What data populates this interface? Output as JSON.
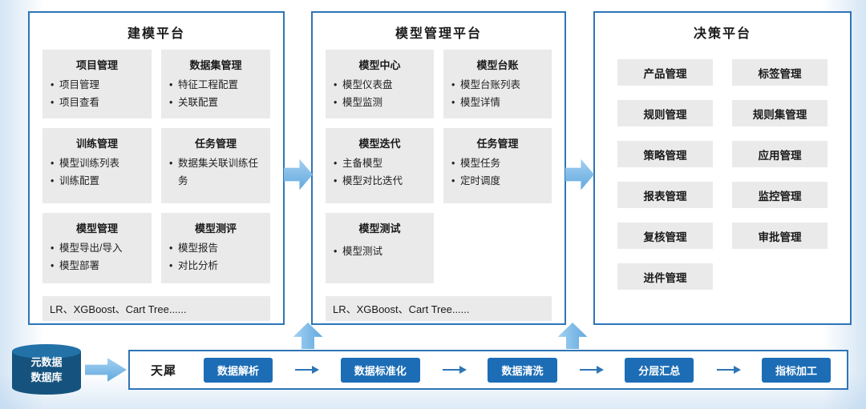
{
  "panels": [
    {
      "title": "建模平台",
      "cards": [
        {
          "title": "项目管理",
          "items": [
            "项目管理",
            "项目查看"
          ]
        },
        {
          "title": "数据集管理",
          "items": [
            "特征工程配置",
            "关联配置"
          ]
        },
        {
          "title": "训练管理",
          "items": [
            "模型训练列表",
            "训练配置"
          ]
        },
        {
          "title": "任务管理",
          "items": [
            "数据集关联训练任务"
          ]
        },
        {
          "title": "模型管理",
          "items": [
            "模型导出/导入",
            "模型部署"
          ]
        },
        {
          "title": "模型测评",
          "items": [
            "模型报告",
            "对比分析"
          ]
        }
      ],
      "footer": "LR、XGBoost、Cart Tree......"
    },
    {
      "title": "模型管理平台",
      "cards": [
        {
          "title": "模型中心",
          "items": [
            "模型仪表盘",
            "模型监测"
          ]
        },
        {
          "title": "模型台账",
          "items": [
            "模型台账列表",
            "模型详情"
          ]
        },
        {
          "title": "模型迭代",
          "items": [
            "主备模型",
            "模型对比迭代"
          ]
        },
        {
          "title": "任务管理",
          "items": [
            "模型任务",
            "定时调度"
          ]
        },
        {
          "title": "模型测试",
          "items": [
            "模型测试"
          ]
        }
      ],
      "footer": "LR、XGBoost、Cart Tree......"
    },
    {
      "title": "决策平台",
      "tiles": [
        "产品管理",
        "标签管理",
        "规则管理",
        "规则集管理",
        "策略管理",
        "应用管理",
        "报表管理",
        "监控管理",
        "复核管理",
        "审批管理",
        "进件管理"
      ]
    }
  ],
  "pipeline": {
    "database": [
      "元数据",
      "数据库"
    ],
    "source_label": "天犀",
    "steps": [
      "数据解析",
      "数据标准化",
      "数据清洗",
      "分层汇总",
      "指标加工"
    ]
  },
  "colors": {
    "panel_border": "#2E75B6",
    "card_bg": "#EAEAEA",
    "step_button_bg": "#1D6DB6",
    "flow_arrow": "#5FA8DF",
    "database_body": "#15537E",
    "database_top": "#2272A8"
  }
}
